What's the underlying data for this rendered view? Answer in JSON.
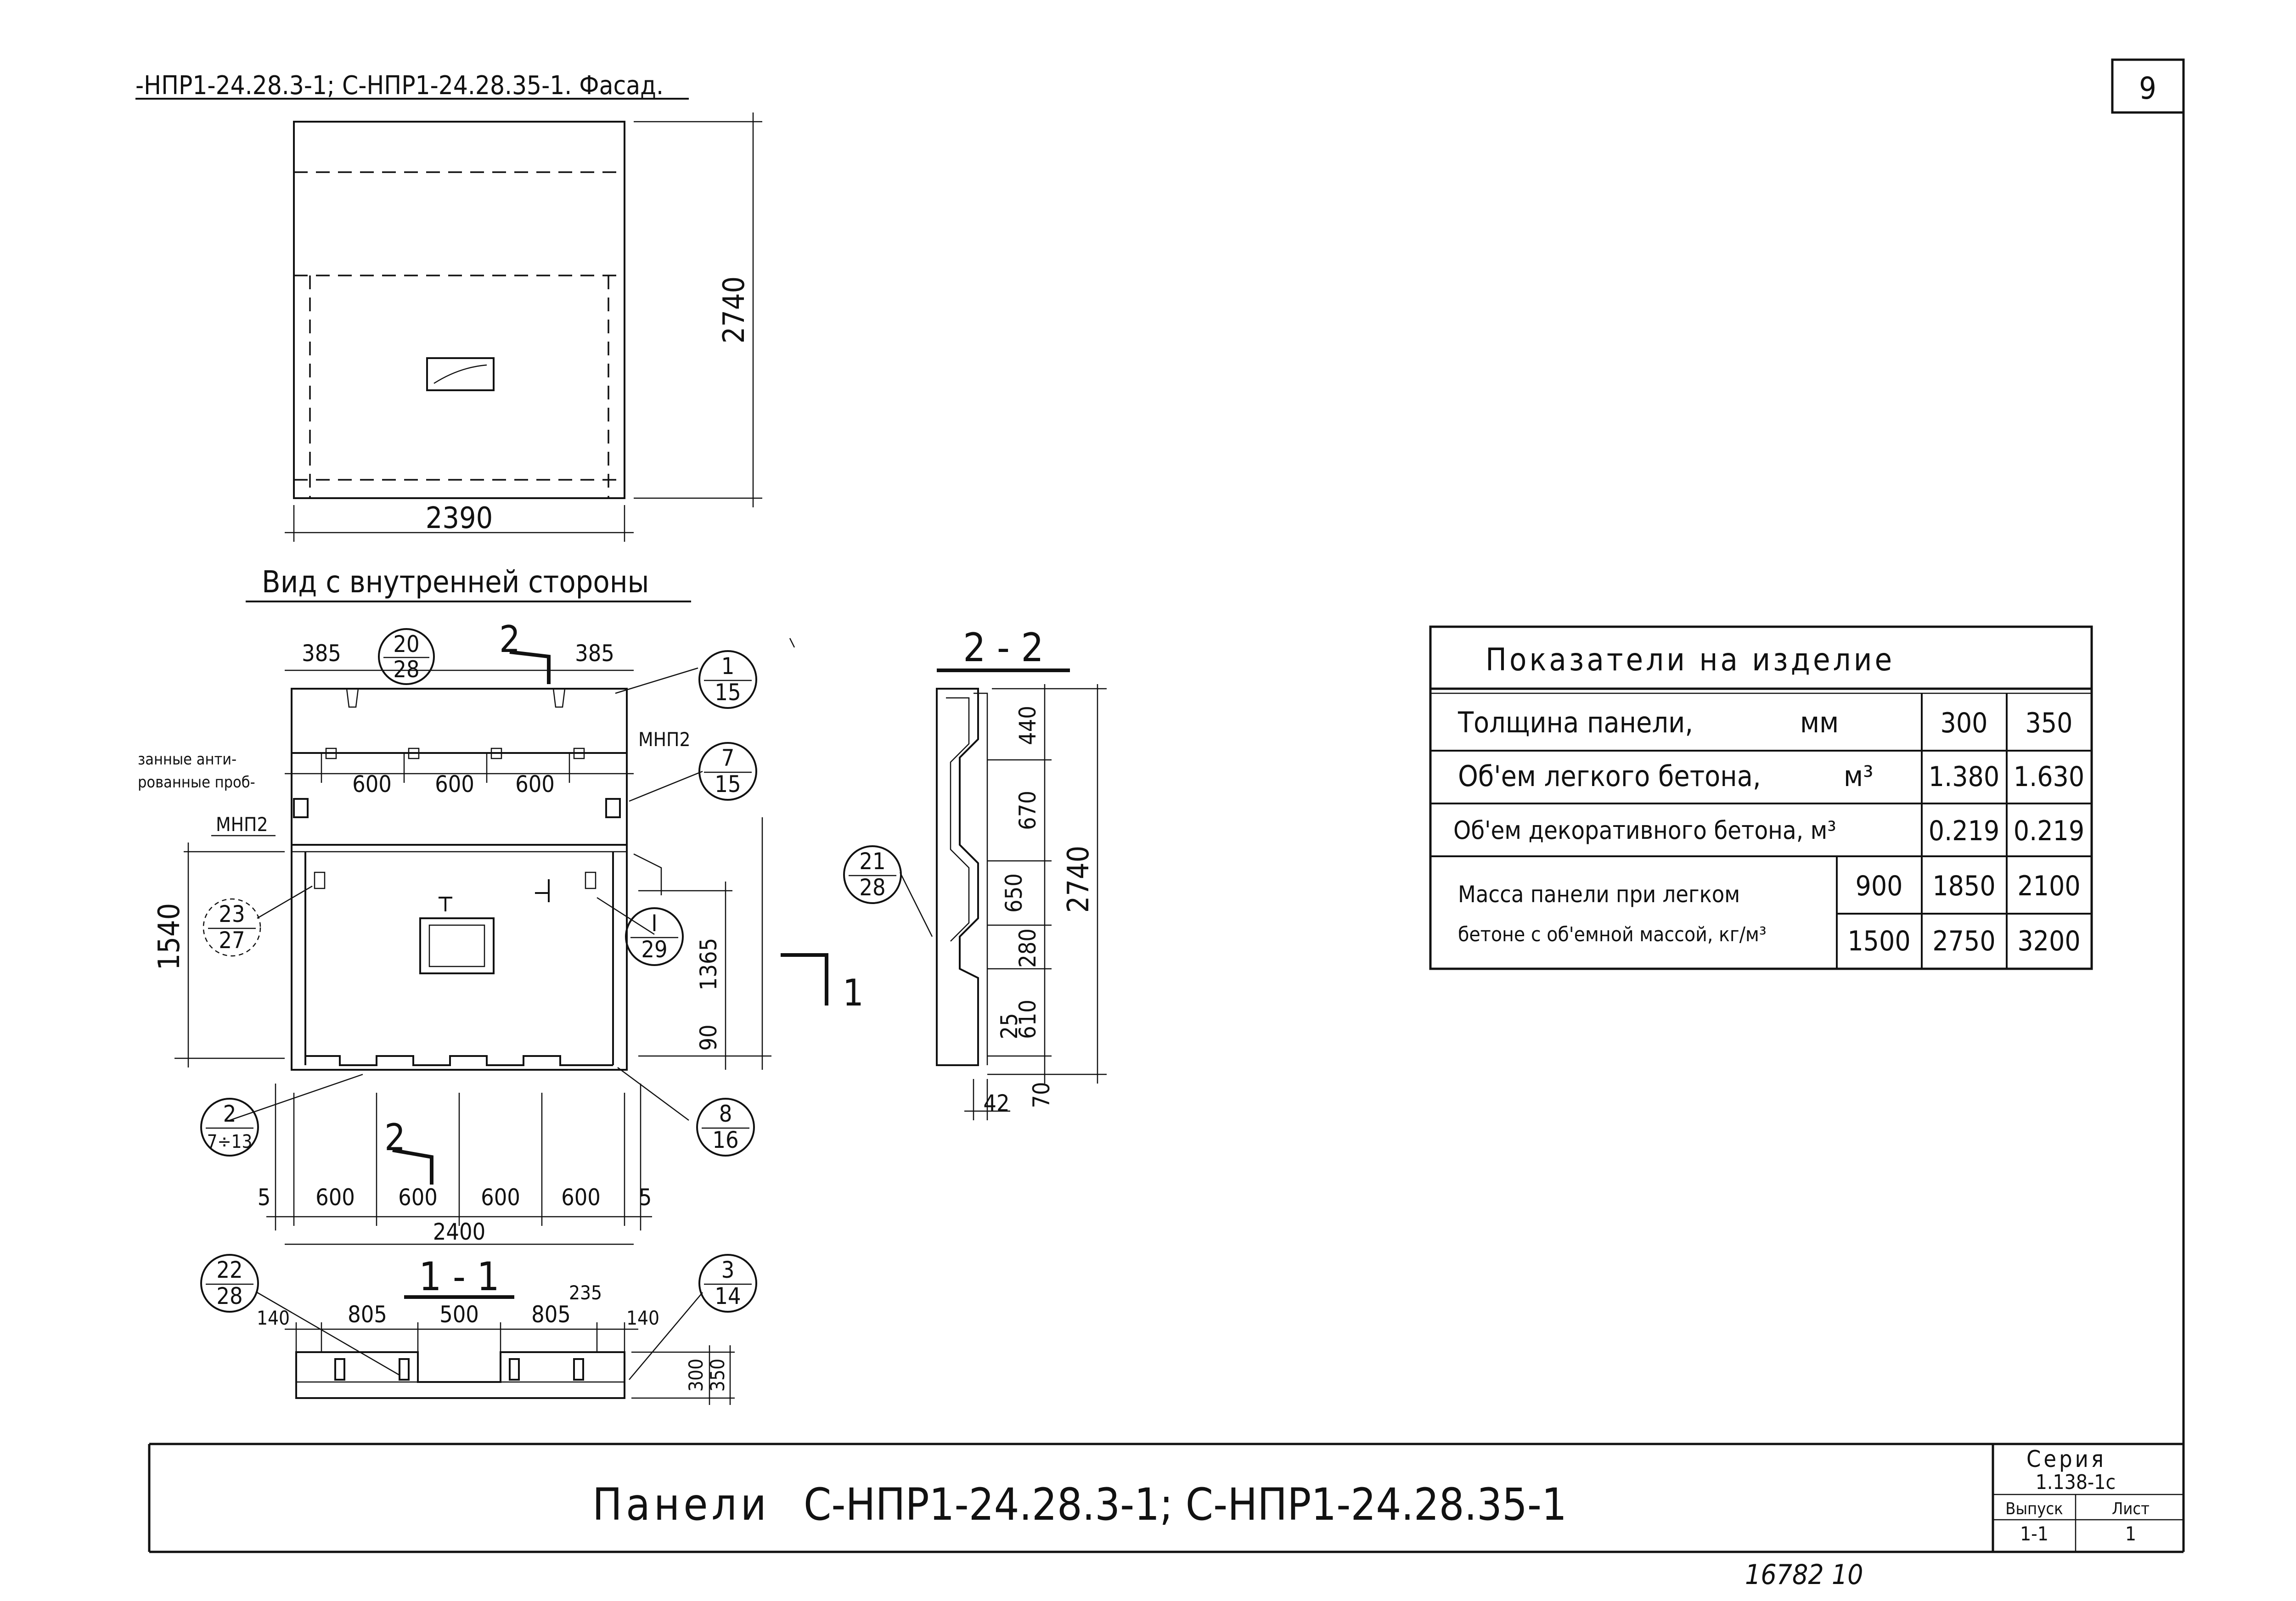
{
  "header": {
    "title": "-НПР1-24.28.3-1; С-НПР1-24.28.35-1. Фасад.",
    "sheet_number": "9"
  },
  "facade": {
    "width_dim": "2390",
    "height_dim": "2740"
  },
  "inner_view": {
    "title": "Вид с внутренней стороны",
    "dims_top": [
      "385",
      "385"
    ],
    "spacing_top": [
      "600",
      "600",
      "600"
    ],
    "dims_bottom": [
      "5",
      "600",
      "600",
      "600",
      "600",
      "5"
    ],
    "total_bottom": "2400",
    "height_left": "1540",
    "height_right": [
      "1365",
      "90"
    ],
    "notes_left": [
      "занные анти-",
      "рованные проб-"
    ],
    "labels": {
      "mnp2_right": "МНП2",
      "mnp2_left": "МНП2"
    },
    "section_marks": {
      "two_top": "2",
      "two_bottom": "2",
      "one_right": "1"
    }
  },
  "callouts": [
    {
      "top": "20",
      "bottom": "28"
    },
    {
      "top": "1",
      "bottom": "15"
    },
    {
      "top": "7",
      "bottom": "15"
    },
    {
      "top": "23",
      "bottom": "27"
    },
    {
      "top": "I",
      "bottom": "29"
    },
    {
      "top": "2",
      "bottom": "7÷13"
    },
    {
      "top": "8",
      "bottom": "16"
    },
    {
      "top": "21",
      "bottom": "28"
    },
    {
      "top": "22",
      "bottom": "28"
    },
    {
      "top": "3",
      "bottom": "14"
    }
  ],
  "section_1_1": {
    "title": "1 - 1",
    "dims": [
      "140",
      "805",
      "500",
      "805",
      "140",
      "235"
    ],
    "heights": [
      "300",
      "350"
    ]
  },
  "section_2_2": {
    "title": "2 - 2",
    "dims": [
      "440",
      "670",
      "650",
      "280",
      "25",
      "610",
      "70",
      "42"
    ],
    "total": "2740"
  },
  "indicators_table": {
    "title": "Показатели на изделие",
    "rows": [
      {
        "label": "Толщина панели,",
        "unit": "мм",
        "v1": "300",
        "v2": "350"
      },
      {
        "label": "Об'ем легкого бетона,",
        "unit": "м³",
        "v1": "1.380",
        "v2": "1.630"
      },
      {
        "label": "Об'ем декоративного бетона, м³",
        "unit": "",
        "v1": "0.219",
        "v2": "0.219"
      }
    ],
    "mass": {
      "label_line1": "Масса панели при легком",
      "label_line2": "бетоне с об'емной массой, кг/м³",
      "rows": [
        {
          "density": "900",
          "v1": "1850",
          "v2": "2100"
        },
        {
          "density": "1500",
          "v1": "2750",
          "v2": "3200"
        }
      ]
    }
  },
  "title_block": {
    "name_word": "Панели",
    "name_codes": "С-НПР1-24.28.3-1; С-НПР1-24.28.35-1",
    "series_label": "Серия",
    "series_value": "1.138-1с",
    "issue_label": "Выпуск",
    "issue_value": "1-1",
    "sheet_label": "Лист",
    "sheet_value": "1"
  },
  "footer": {
    "inventory": "16782  10"
  }
}
